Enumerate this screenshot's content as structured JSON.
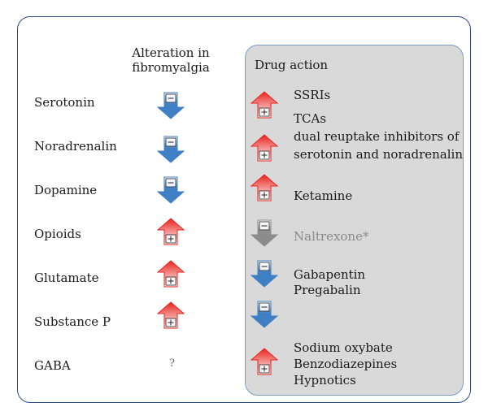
{
  "headers": {
    "alteration": [
      "Alteration in",
      "fibromyalgia"
    ],
    "drug_action": "Drug action"
  },
  "neurotransmitters": [
    "Serotonin",
    "Noradrenalin",
    "Dopamine",
    "Opioids",
    "Glutamate",
    "Substance P",
    "GABA"
  ],
  "alteration_arrows": [
    "down",
    "down",
    "down",
    "up",
    "up",
    "up",
    "unknown"
  ],
  "gaba_unknown": "?",
  "drug_arrows": [
    "up",
    "up",
    "up",
    "down-gray",
    "down",
    "down",
    "up"
  ],
  "drugs": {
    "serotonin": "SSRIs",
    "noradrenalin": [
      "TCAs",
      "dual reuptake inhibitors of",
      "serotonin and noradrenalin"
    ],
    "dopamine": "Ketamine",
    "opioids": "Naltrexone*",
    "glutamate": [
      "Gabapentin",
      "Pregabalin"
    ],
    "gaba": [
      "Sodium oxybate",
      "Benzodiazepines",
      "Hypnotics"
    ]
  },
  "colors": {
    "increase": "#e8231f",
    "decrease": "#3f7fc4",
    "neutral": "#8c8c8c",
    "panel": "#d9d9d9",
    "frame": "#2b4a8a"
  }
}
